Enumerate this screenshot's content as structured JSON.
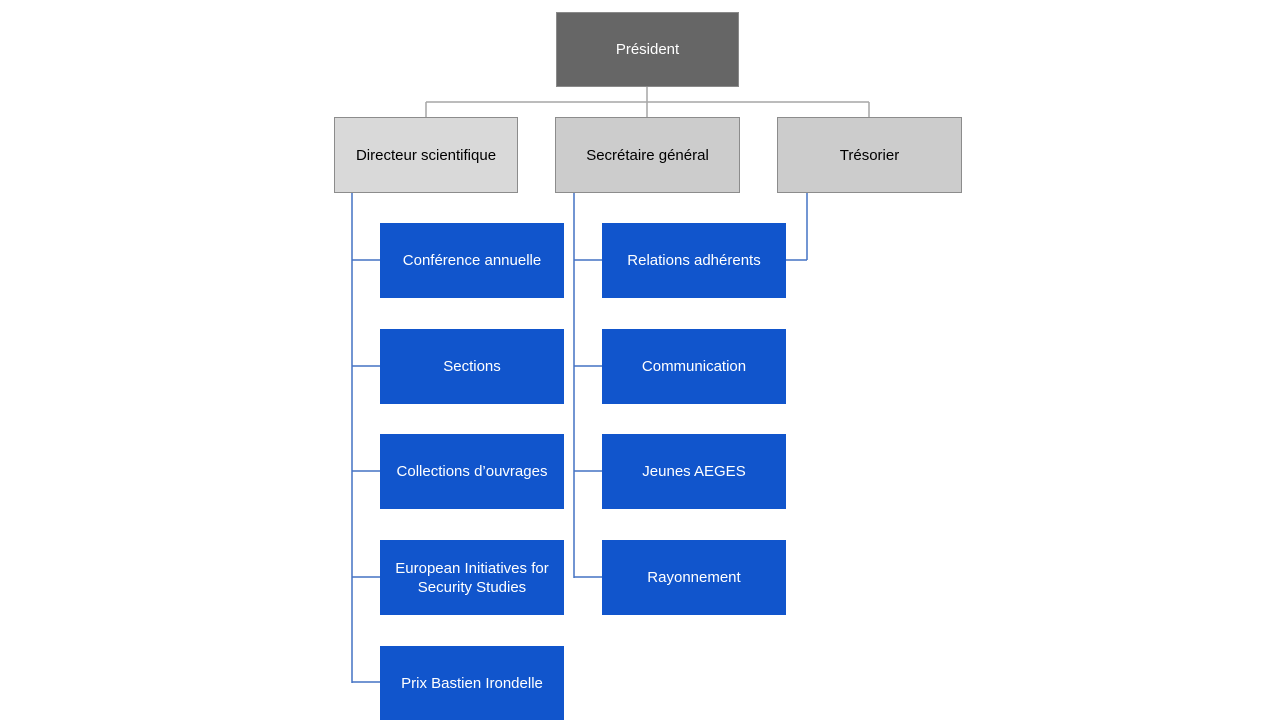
{
  "top": {
    "label": "Président"
  },
  "branches": [
    {
      "id": "directeur",
      "label": "Directeur scientifique",
      "children": [
        "Conférence annuelle",
        "Sections",
        "Collections d’ouvrages",
        "European Initiatives for Security Studies",
        "Prix Bastien Irondelle"
      ]
    },
    {
      "id": "secretaire",
      "label": "Secrétaire général",
      "children": [
        "Relations adhérents",
        "Communication",
        "Jeunes AEGES",
        "Rayonnement"
      ]
    },
    {
      "id": "tresorier",
      "label": "Trésorier",
      "children": []
    }
  ],
  "colors": {
    "top_fill": "#666666",
    "branch_fill": "#cccccc",
    "leaf_fill": "#1155cc",
    "top_connector": "#a6a6a6",
    "leaf_connector": "#4472c4"
  }
}
